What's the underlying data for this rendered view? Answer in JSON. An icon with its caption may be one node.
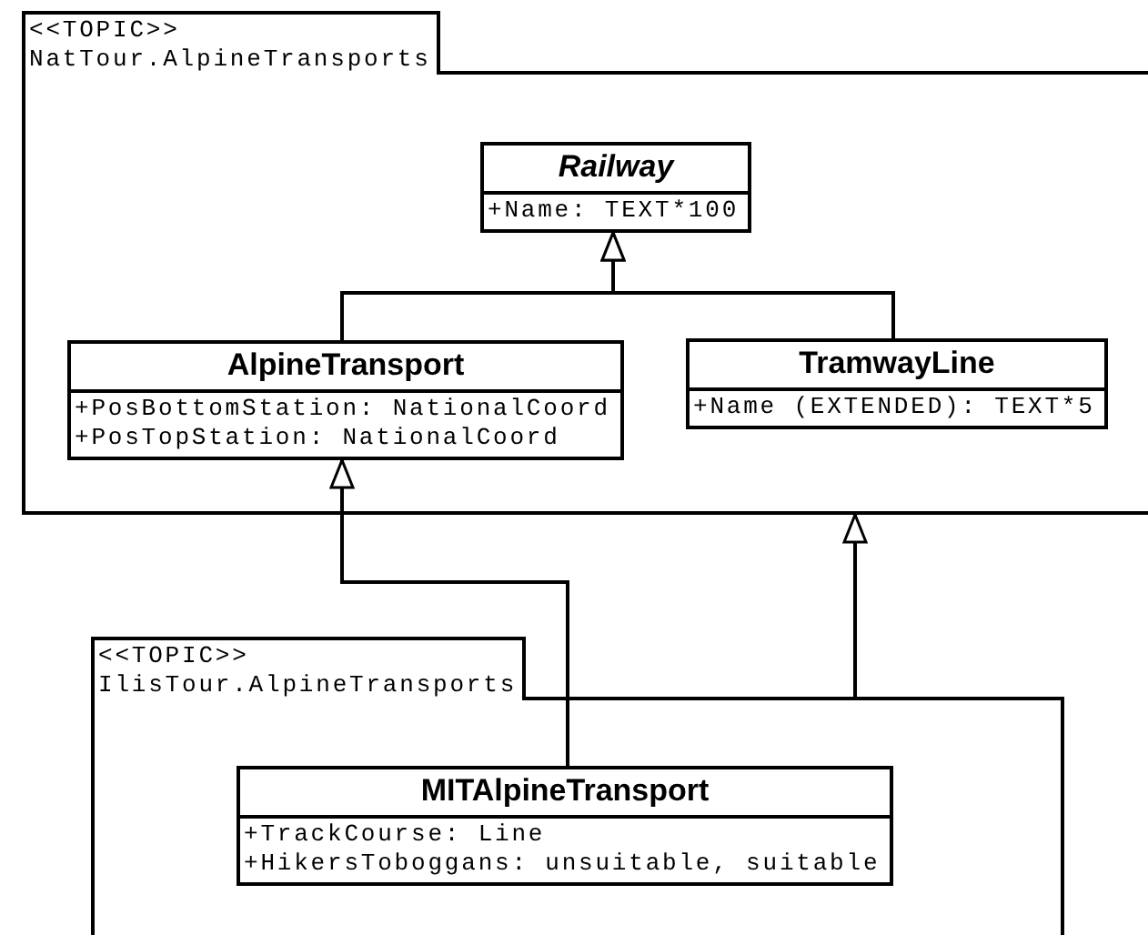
{
  "diagram": {
    "nodes": [
      {
        "text": [
          "<<TOPIC>>",
          "NatTour.AlpineTransports"
        ]
      },
      {
        "text": [
          "Railway",
          "+Name: TEXT*100"
        ],
        "in": 0
      },
      {
        "text": [
          "AlpineTransport",
          "+PosBottomStation: NationalCoord",
          "+PosTopStation: NationalCoord"
        ],
        "in": 0
      },
      {
        "text": [
          "TramwayLine",
          "+Name (EXTENDED): TEXT*5"
        ],
        "in": 0
      },
      {
        "text": [
          "<<TOPIC>>",
          "IlisTour.AlpineTransports"
        ]
      },
      {
        "text": [
          "MITAlpineTransport",
          "+TrackCourse: Line",
          "+HikersToboggans: unsuitable, suitable"
        ],
        "in": 4
      }
    ],
    "edges": [
      {
        "from": 2,
        "to": 1,
        "arrow": "to"
      },
      {
        "from": 3,
        "to": 1,
        "arrow": "to"
      },
      {
        "from": 5,
        "to": 2,
        "arrow": "to"
      },
      {
        "from": 4,
        "to": 0,
        "arrow": "to"
      }
    ]
  }
}
